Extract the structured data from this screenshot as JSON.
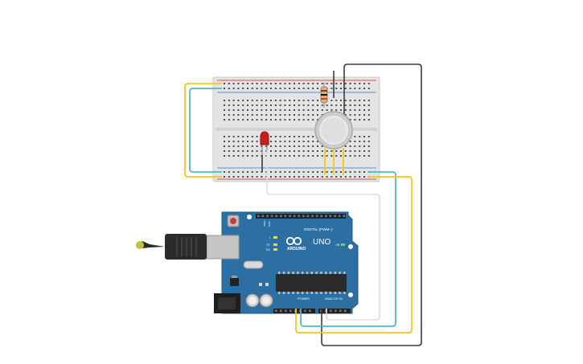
{
  "board": {
    "brand": "ARDUINO",
    "model": "UNO",
    "digital_header": "DIGITAL (PWM~)",
    "power_header": "POWER",
    "analog_header": "ANALOG IN",
    "on_label": "ON",
    "aref": "AREF",
    "gnd": "GND",
    "tx": "TX",
    "rx": "RX",
    "l_led": "L"
  },
  "components": {
    "breadboard": "half-size breadboard",
    "led": "red LED",
    "resistor": "resistor",
    "sensor": "gas sensor",
    "usb": "usb-cable"
  },
  "colors": {
    "board": "#2b6fa3",
    "breadboard": "#e6e6e6",
    "rail_red": "#e24b4b",
    "rail_blue": "#5a8fd6",
    "wire_yellow": "#f2c81a",
    "wire_cyan": "#55b6c6",
    "wire_dark": "#3a3a3a",
    "wire_white": "#e8e8e8",
    "led_red": "#c62020"
  }
}
